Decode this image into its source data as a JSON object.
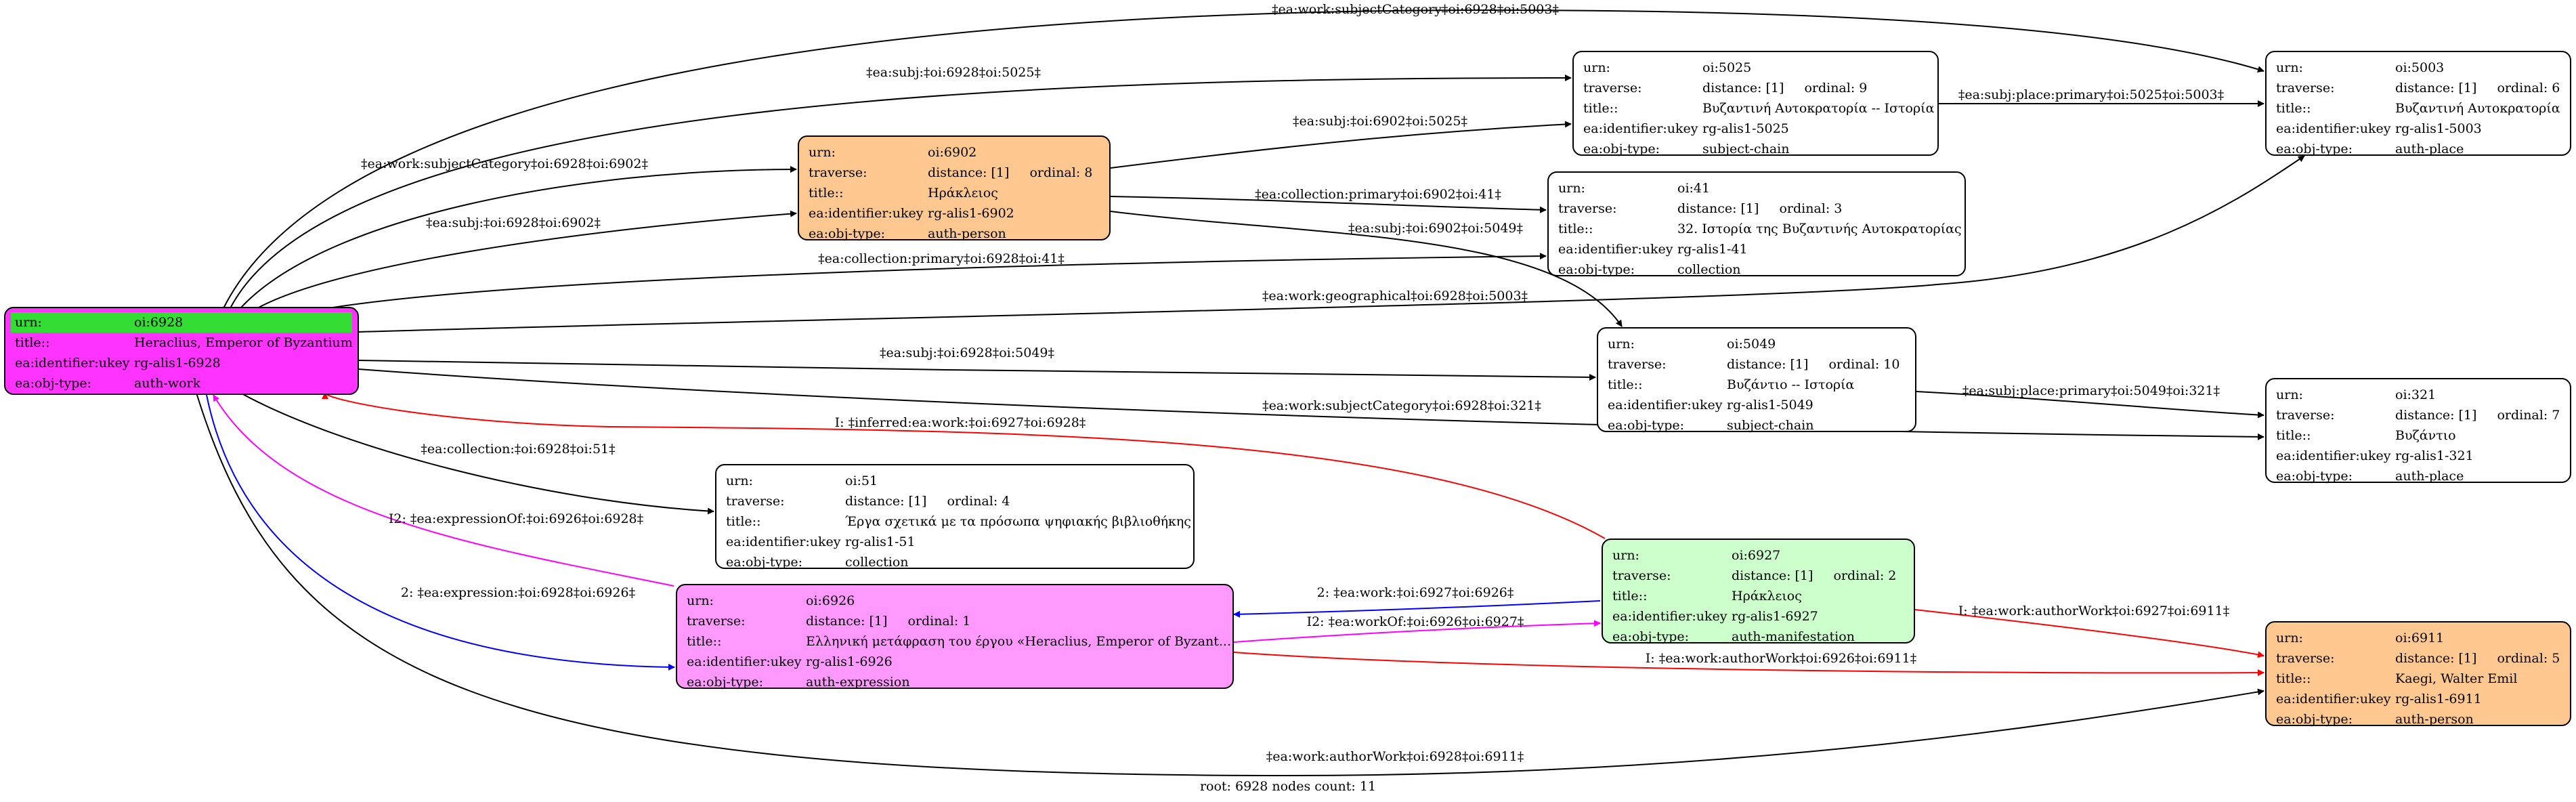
{
  "nodes": {
    "root": {
      "urn_key": "urn:",
      "urn": "oi:6928",
      "title_key": "title::",
      "title": "Heraclius, Emperor of Byzantium",
      "ukey_key": "ea:identifier:ukey",
      "ukey": "rg-alis1-6928",
      "type_key": "ea:obj-type:",
      "type": "auth-work"
    },
    "n6902": {
      "urn_key": "urn:",
      "urn": "oi:6902",
      "trav_key": "traverse:",
      "distance": "distance: [1]",
      "ordinal": "ordinal: 8",
      "title_key": "title::",
      "title": "Ηράκλειος",
      "ukey_key": "ea:identifier:ukey",
      "ukey": "rg-alis1-6902",
      "type_key": "ea:obj-type:",
      "type": "auth-person"
    },
    "n5025": {
      "urn_key": "urn:",
      "urn": "oi:5025",
      "trav_key": "traverse:",
      "distance": "distance: [1]",
      "ordinal": "ordinal: 9",
      "title_key": "title::",
      "title": "Βυζαντινή Αυτοκρατορία -- Ιστορία",
      "ukey_key": "ea:identifier:ukey",
      "ukey": "rg-alis1-5025",
      "type_key": "ea:obj-type:",
      "type": "subject-chain"
    },
    "n41": {
      "urn_key": "urn:",
      "urn": "oi:41",
      "trav_key": "traverse:",
      "distance": "distance: [1]",
      "ordinal": "ordinal: 3",
      "title_key": "title::",
      "title": "32. Ιστορία της Βυζαντινής Αυτοκρατορίας",
      "ukey_key": "ea:identifier:ukey",
      "ukey": "rg-alis1-41",
      "type_key": "ea:obj-type:",
      "type": "collection"
    },
    "n5003": {
      "urn_key": "urn:",
      "urn": "oi:5003",
      "trav_key": "traverse:",
      "distance": "distance: [1]",
      "ordinal": "ordinal: 6",
      "title_key": "title::",
      "title": "Βυζαντινή Αυτοκρατορία",
      "ukey_key": "ea:identifier:ukey",
      "ukey": "rg-alis1-5003",
      "type_key": "ea:obj-type:",
      "type": "auth-place"
    },
    "n5049": {
      "urn_key": "urn:",
      "urn": "oi:5049",
      "trav_key": "traverse:",
      "distance": "distance: [1]",
      "ordinal": "ordinal: 10",
      "title_key": "title::",
      "title": "Βυζάντιο -- Ιστορία",
      "ukey_key": "ea:identifier:ukey",
      "ukey": "rg-alis1-5049",
      "type_key": "ea:obj-type:",
      "type": "subject-chain"
    },
    "n321": {
      "urn_key": "urn:",
      "urn": "oi:321",
      "trav_key": "traverse:",
      "distance": "distance: [1]",
      "ordinal": "ordinal: 7",
      "title_key": "title::",
      "title": "Βυζάντιο",
      "ukey_key": "ea:identifier:ukey",
      "ukey": "rg-alis1-321",
      "type_key": "ea:obj-type:",
      "type": "auth-place"
    },
    "n51": {
      "urn_key": "urn:",
      "urn": "oi:51",
      "trav_key": "traverse:",
      "distance": "distance: [1]",
      "ordinal": "ordinal: 4",
      "title_key": "title::",
      "title": "Έργα σχετικά με τα πρόσωπα ψηφιακής βιβλιοθήκης",
      "ukey_key": "ea:identifier:ukey",
      "ukey": "rg-alis1-51",
      "type_key": "ea:obj-type:",
      "type": "collection"
    },
    "n6927": {
      "urn_key": "urn:",
      "urn": "oi:6927",
      "trav_key": "traverse:",
      "distance": "distance: [1]",
      "ordinal": "ordinal: 2",
      "title_key": "title::",
      "title": "Ηράκλειος",
      "ukey_key": "ea:identifier:ukey",
      "ukey": "rg-alis1-6927",
      "type_key": "ea:obj-type:",
      "type": "auth-manifestation"
    },
    "n6926": {
      "urn_key": "urn:",
      "urn": "oi:6926",
      "trav_key": "traverse:",
      "distance": "distance: [1]",
      "ordinal": "ordinal: 1",
      "title_key": "title::",
      "title": "Ελληνική μετάφραση του έργου «Heraclius, Emperor of Byzant...",
      "ukey_key": "ea:identifier:ukey",
      "ukey": "rg-alis1-6926",
      "type_key": "ea:obj-type:",
      "type": "auth-expression"
    },
    "n6911": {
      "urn_key": "urn:",
      "urn": "oi:6911",
      "trav_key": "traverse:",
      "distance": "distance: [1]",
      "ordinal": "ordinal: 5",
      "title_key": "title::",
      "title": "Kaegi, Walter Emil",
      "ukey_key": "ea:identifier:ukey",
      "ukey": "rg-alis1-6911",
      "type_key": "ea:obj-type:",
      "type": "auth-person"
    }
  },
  "edge_labels": {
    "e1": "‡ea:work:subjectCategory‡oi:6928‡oi:5003‡",
    "e2": "‡ea:subj:‡oi:6928‡oi:5025‡",
    "e3": "‡ea:work:subjectCategory‡oi:6928‡oi:6902‡",
    "e4": "‡ea:subj:‡oi:6928‡oi:6902‡",
    "e5": "‡ea:collection:primary‡oi:6928‡oi:41‡",
    "e6": "‡ea:work:geographical‡oi:6928‡oi:5003‡",
    "e7": "‡ea:subj:‡oi:6928‡oi:5049‡",
    "e8": "‡ea:work:subjectCategory‡oi:6928‡oi:321‡",
    "e9": "‡ea:collection:‡oi:6928‡oi:51‡",
    "e10": "‡ea:subj:‡oi:6902‡oi:5025‡",
    "e11": "‡ea:collection:primary‡oi:6902‡oi:41‡",
    "e12": "‡ea:subj:‡oi:6902‡oi:5049‡",
    "e13": "‡ea:subj:place:primary‡oi:5025‡oi:5003‡",
    "e14": "‡ea:subj:place:primary‡oi:5049‡oi:321‡",
    "e15": "I: ‡inferred:ea:work:‡oi:6927‡oi:6928‡",
    "e16": "I2: ‡ea:expressionOf:‡oi:6926‡oi:6928‡",
    "e17": "2: ‡ea:expression:‡oi:6928‡oi:6926‡",
    "e18": "2: ‡ea:work:‡oi:6927‡oi:6926‡",
    "e19": "I2: ‡ea:workOf:‡oi:6926‡oi:6927‡",
    "e20": "I: ‡ea:work:authorWork‡oi:6927‡oi:6911‡",
    "e21": "I: ‡ea:work:authorWork‡oi:6926‡oi:6911‡",
    "e22": "‡ea:work:authorWork‡oi:6928‡oi:6911‡"
  },
  "colors": {
    "inferred": "#ff0000",
    "expressionOf": "#ff00ff",
    "expression": "#0000ff",
    "default": "#000000"
  },
  "footer": "root: 6928 nodes count: 11"
}
